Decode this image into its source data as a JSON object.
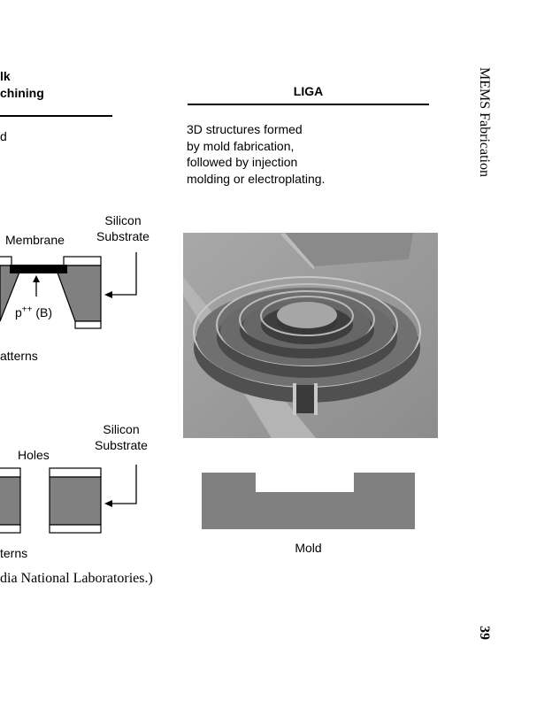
{
  "page": {
    "side_title": "MEMS Fabrication",
    "page_number": "39"
  },
  "left_column": {
    "heading_line1": "lk",
    "heading_line2": "chining",
    "description_fragment": "d",
    "diagram1": {
      "label_membrane": "Membrane",
      "label_substrate_line1": "Silicon",
      "label_substrate_line2": "Substrate",
      "label_dopant": "p++ (B)",
      "caption_fragment": "atterns"
    },
    "diagram2": {
      "label_holes": "Holes",
      "label_substrate_line1": "Silicon",
      "label_substrate_line2": "Substrate",
      "caption_fragment": "terns"
    },
    "credit_fragment": "dia National Laboratories.)"
  },
  "liga": {
    "heading": "LIGA",
    "description_lines": [
      "3D structures formed",
      "by mold fabrication,",
      "followed by injection",
      "molding or electroplating."
    ],
    "photo_alt": "SEM micrograph of concentric ring LIGA structure",
    "mold_label": "Mold"
  },
  "colors": {
    "silicon_gray": "#808080",
    "membrane_black": "#000000"
  }
}
